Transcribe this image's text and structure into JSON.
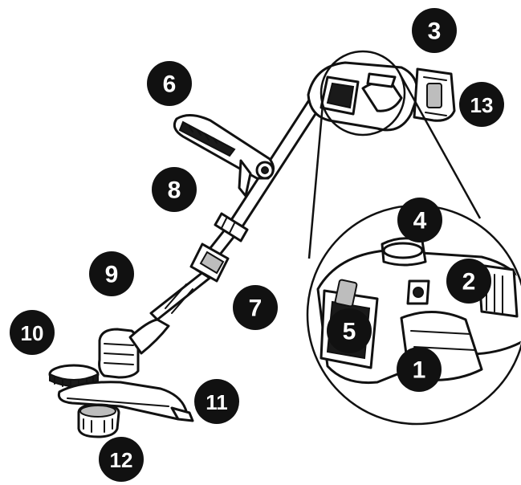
{
  "callouts": [
    {
      "label": "1"
    },
    {
      "label": "2"
    },
    {
      "label": "3"
    },
    {
      "label": "4"
    },
    {
      "label": "5"
    },
    {
      "label": "6"
    },
    {
      "label": "7"
    },
    {
      "label": "8"
    },
    {
      "label": "9"
    },
    {
      "label": "10"
    },
    {
      "label": "11"
    },
    {
      "label": "12"
    },
    {
      "label": "13"
    }
  ],
  "colors": {
    "ink": "#111111",
    "background": "#ffffff",
    "label_text": "#ffffff"
  },
  "icons": {
    "trimmer": "string-trimmer-illustration",
    "magnifier": "detail-magnifier-circle"
  }
}
